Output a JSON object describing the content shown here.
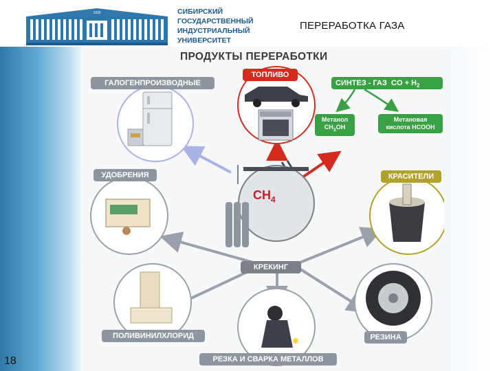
{
  "header": {
    "university_name": [
      "СИБИРСКИЙ",
      "ГОСУДАРСТВЕННЫЙ",
      "ИНДУСТРИАЛЬНЫЙ",
      "УНИВЕРСИТЕТ"
    ],
    "logo_caption": "1930",
    "slide_title": "ПЕРЕРАБОТКА ГАЗА"
  },
  "page_number": "18",
  "diagram": {
    "title": "ПРОДУКТЫ ПЕРЕРАБОТКИ",
    "center": {
      "formula_main": "CH",
      "formula_sub": "4",
      "hub_label": "КРЕКИНГ"
    },
    "products": {
      "halogen": "ГАЛОГЕНПРОИЗВОДНЫЕ",
      "fuel": "ТОПЛИВО",
      "fertilizer": "УДОБРЕНИЯ",
      "dyes": "КРАСИТЕЛИ",
      "pvc": "ПОЛИВИНИЛХЛОРИД",
      "rubber": "РЕЗИНА",
      "cutting": "РЕЗКА И СВАРКА МЕТАЛЛОВ"
    },
    "syngas": {
      "label": "СИНТЕЗ - ГАЗ",
      "formula": "CO + H",
      "formula_sub": "2",
      "methanol_name": "Метанол",
      "methanol_formula": "CH",
      "methanol_formula_sub": "3",
      "methanol_formula_tail": "OH",
      "formic_name": "Метановая",
      "formic_formula": "кислота HCOOH"
    }
  },
  "colors": {
    "accent_red": "#d52b1e",
    "accent_green": "#39a043",
    "label_grey": "#8d959e",
    "label_olive": "#b1a22a",
    "brand_blue": "#1d5a8c"
  }
}
